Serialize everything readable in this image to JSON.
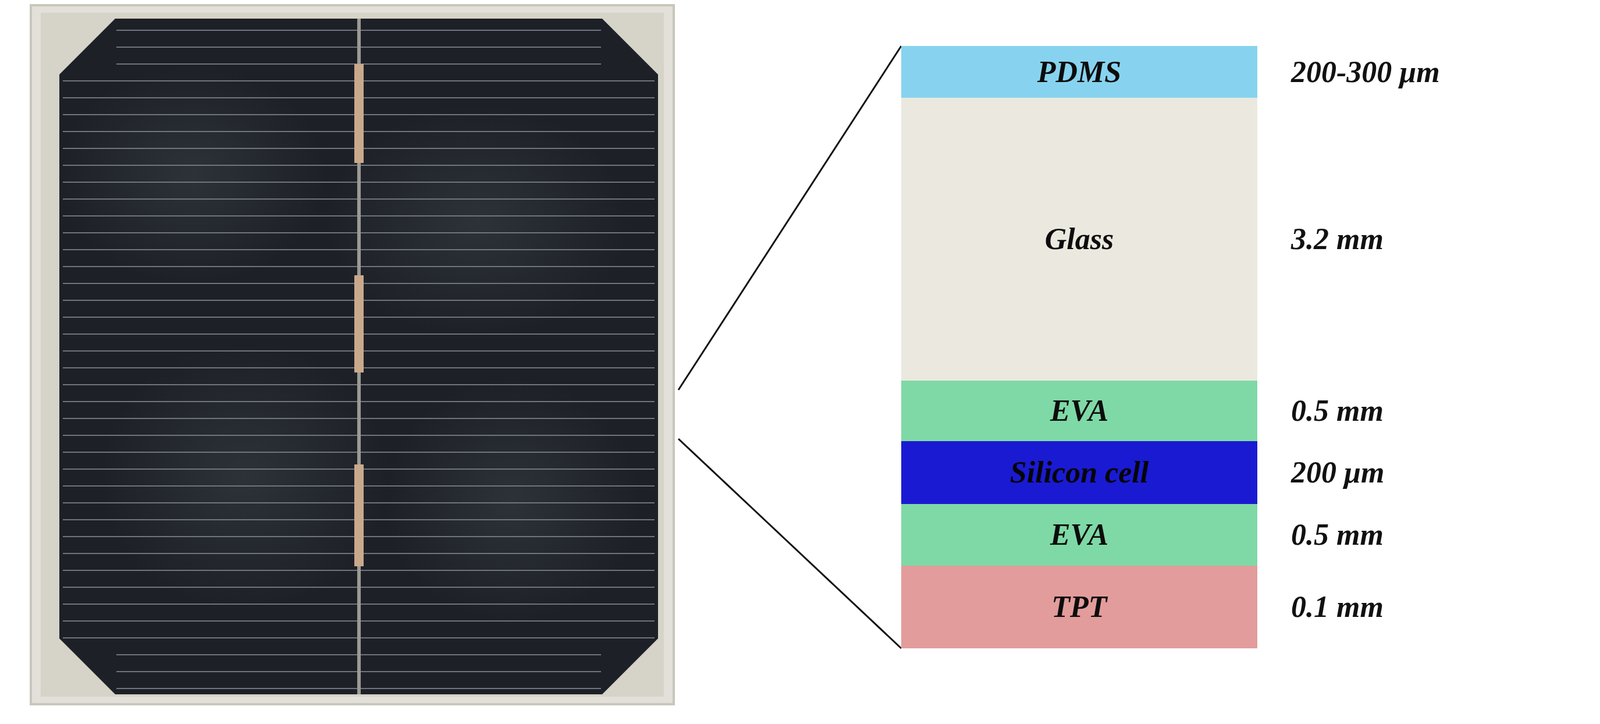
{
  "diagram": {
    "nodes": [
      {
        "text": [
          "PDMS"
        ]
      },
      {
        "text": [
          "Glass"
        ]
      },
      {
        "text": [
          "EVA"
        ]
      },
      {
        "text": [
          "Silicon cell"
        ]
      },
      {
        "text": [
          "EVA"
        ]
      },
      {
        "text": [
          "TPT"
        ]
      }
    ],
    "labels": [
      "200-300 μm",
      "3.2 mm",
      "0.5 mm",
      "200 μm",
      "0.5 mm",
      "0.1 mm"
    ]
  }
}
